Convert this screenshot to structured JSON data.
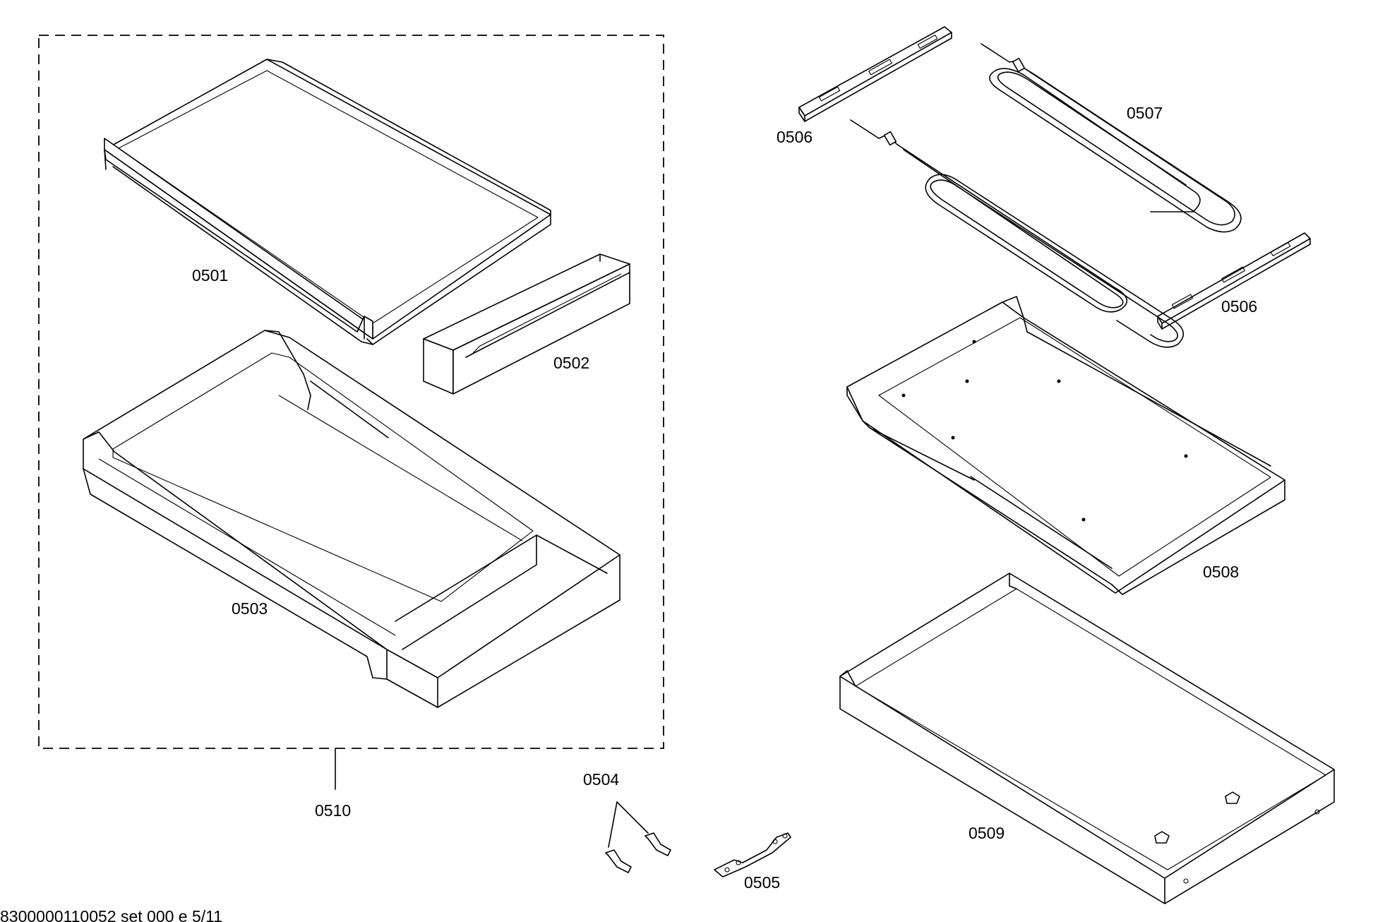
{
  "footer": {
    "code": "8300000110052 set 000 e 5/11"
  },
  "labels": {
    "p0501": "0501",
    "p0502": "0502",
    "p0503": "0503",
    "p0504": "0504",
    "p0505": "0505",
    "p0506a": "0506",
    "p0506b": "0506",
    "p0507": "0507",
    "p0508": "0508",
    "p0509": "0509",
    "p0510": "0510"
  }
}
